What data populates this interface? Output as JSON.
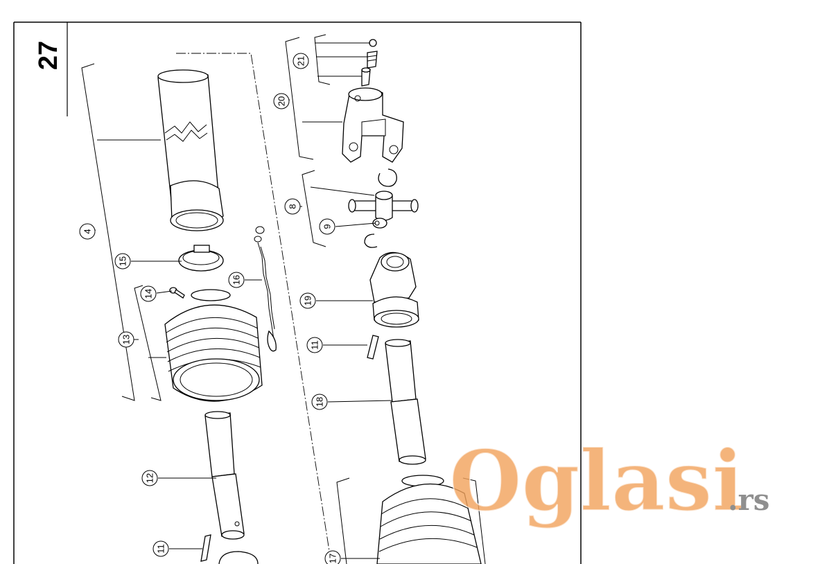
{
  "page": {
    "number": "27"
  },
  "callouts": [
    {
      "id": "c4",
      "label": "4"
    },
    {
      "id": "c8",
      "label": "8"
    },
    {
      "id": "c9",
      "label": "9"
    },
    {
      "id": "c11a",
      "label": "11"
    },
    {
      "id": "c11b",
      "label": "11"
    },
    {
      "id": "c12",
      "label": "12"
    },
    {
      "id": "c13",
      "label": "13"
    },
    {
      "id": "c14",
      "label": "14"
    },
    {
      "id": "c15",
      "label": "15"
    },
    {
      "id": "c16",
      "label": "16"
    },
    {
      "id": "c17",
      "label": "17"
    },
    {
      "id": "c18",
      "label": "18"
    },
    {
      "id": "c19",
      "label": "19"
    },
    {
      "id": "c20",
      "label": "20"
    },
    {
      "id": "c21",
      "label": "21"
    }
  ],
  "watermark": {
    "brand": "Oglasi",
    "suffix": ".rs",
    "brand_color": "#f2a35e",
    "suffix_color": "#8f8f8f"
  }
}
